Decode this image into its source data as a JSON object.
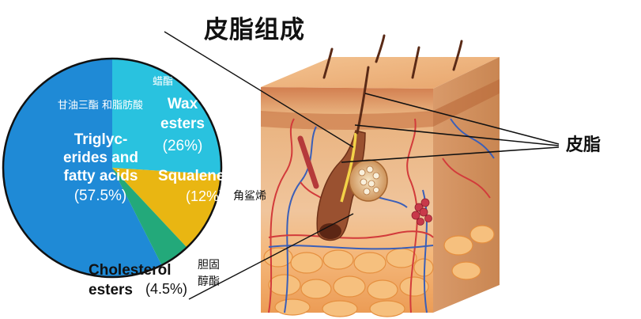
{
  "title": "皮脂组成",
  "sebum_label": "皮脂",
  "chart_data": {
    "type": "pie",
    "slices": [
      {
        "cn": "甘油三酯\n和脂肪酸",
        "en": "Triglyc-\nerides and\nfatty acids",
        "pct_label": "(57.5%)",
        "value": 57.5,
        "color": "#1f8ad6"
      },
      {
        "cn": "蜡酯",
        "en": "Wax\nesters",
        "pct_label": "(26%)",
        "value": 26,
        "color": "#29c2df"
      },
      {
        "cn": "角鲨烯",
        "en": "Squalene",
        "pct_label": "(12%)",
        "value": 12,
        "color": "#e9b612"
      },
      {
        "cn": "胆固\n醇酯",
        "en": "Cholesterol\nesters",
        "pct_label": "(4.5%)",
        "value": 4.5,
        "color": "#23a97a"
      }
    ]
  }
}
